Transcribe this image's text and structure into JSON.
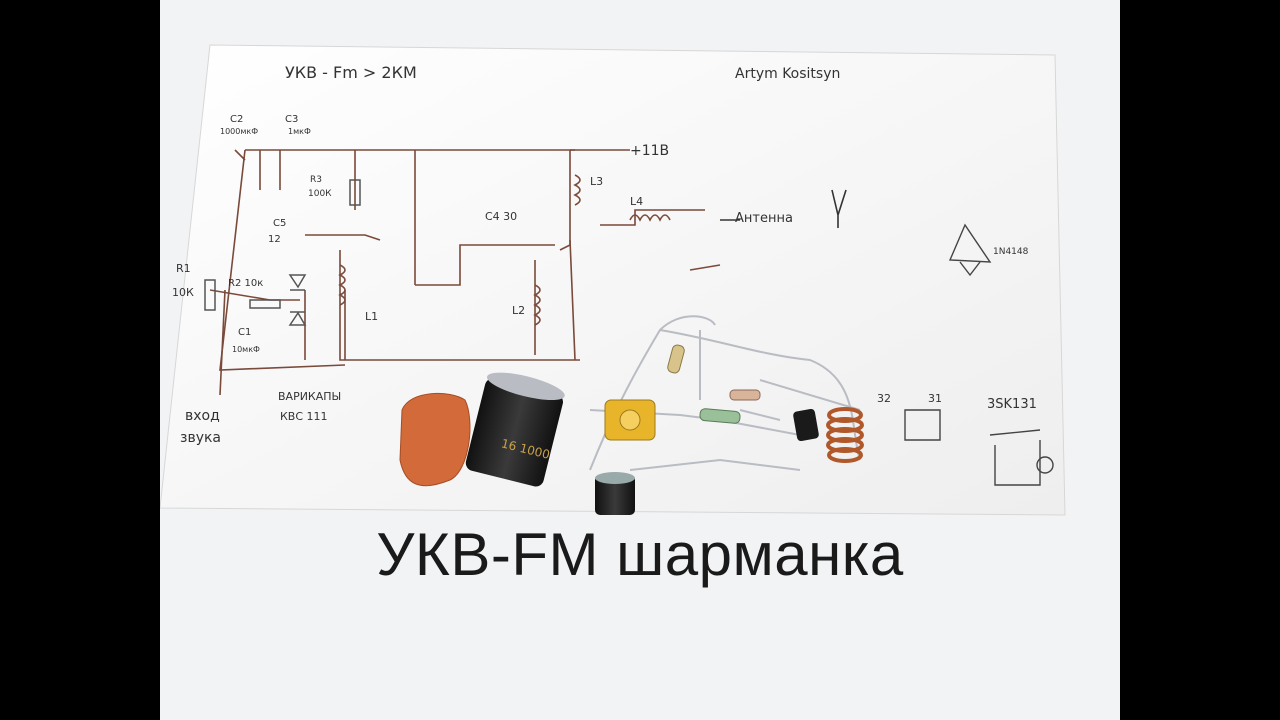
{
  "photo": {
    "caption": "УКВ-FM шарманка"
  },
  "schematic": {
    "title": "УКВ - Fm > 2КМ",
    "author": "Artym Kositsyn",
    "supply": "+11В",
    "antenna": "Антенна",
    "input_1": "вход",
    "input_2": "звука",
    "varicaps_1": "ВАРИКАПЫ",
    "varicaps_2": "КВС 111",
    "transistor": "3SK131",
    "diode": "1N4148",
    "labels": {
      "c2": "C2",
      "c2_val": "1000мкФ",
      "c3": "C3",
      "c3_val": "1мкФ",
      "r3": "R3",
      "r3_val": "100К",
      "c5": "C5",
      "c5_val": "12",
      "c4": "C4 30",
      "r1": "R1",
      "r1_val": "10К",
      "r2": "R2 10к",
      "c1": "C1",
      "c1_val": "10мкФ",
      "l1": "L1",
      "l2": "L2",
      "l3": "L3",
      "l4": "L4",
      "pin_32": "32",
      "pin_31": "31"
    }
  },
  "colors": {
    "background": "#000000",
    "paper": "#ffffff",
    "ink": "#333333",
    "copper": "#b0582a",
    "capacitor_orange": "#d26a3a",
    "electrolytic": "#1c1c1c",
    "trimmer": "#e8b52a"
  }
}
